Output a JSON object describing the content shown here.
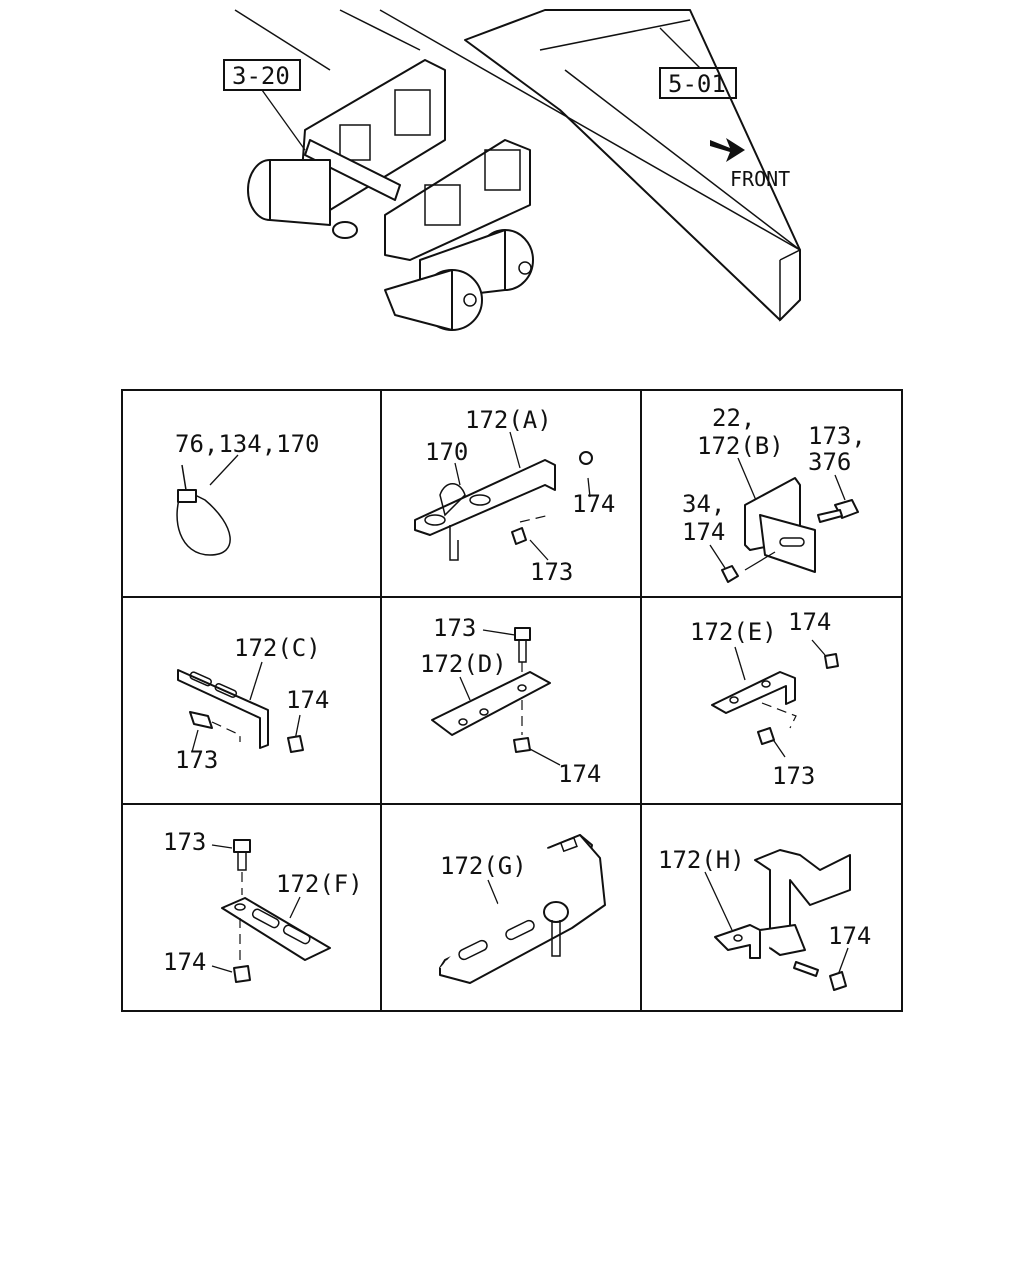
{
  "overview": {
    "ref_left": "3-20",
    "ref_right": "5-01",
    "direction": "FRONT"
  },
  "table": {
    "cells": [
      {
        "id": "tie",
        "labels": [
          "76,134,170"
        ]
      },
      {
        "id": "172A",
        "labels": [
          "172(A)",
          "170",
          "174",
          "173"
        ]
      },
      {
        "id": "172B",
        "labels": [
          "22,",
          "172(B)",
          "173,",
          "376",
          "34,",
          "174"
        ]
      },
      {
        "id": "172C",
        "labels": [
          "172(C)",
          "174",
          "173"
        ]
      },
      {
        "id": "172D",
        "labels": [
          "173",
          "172(D)",
          "174"
        ]
      },
      {
        "id": "172E",
        "labels": [
          "172(E)",
          "174",
          "173"
        ]
      },
      {
        "id": "172F",
        "labels": [
          "173",
          "172(F)",
          "174"
        ]
      },
      {
        "id": "172G",
        "labels": [
          "172(G)"
        ]
      },
      {
        "id": "172H",
        "labels": [
          "172(H)",
          "174"
        ]
      }
    ]
  }
}
